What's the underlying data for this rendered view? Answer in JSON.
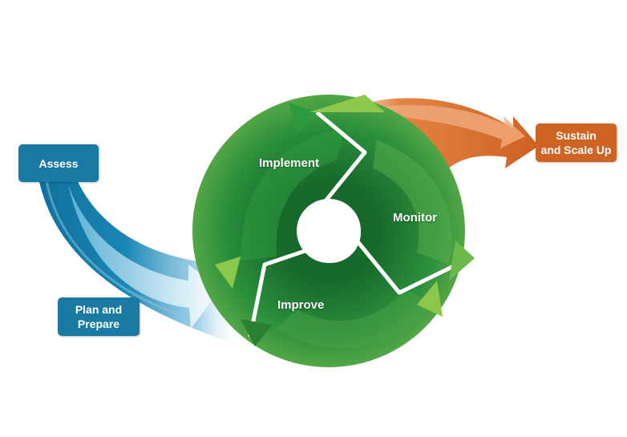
{
  "stages": {
    "assess": "Assess",
    "plan": [
      "Plan and",
      "Prepare"
    ],
    "implement": "Implement",
    "monitor": "Monitor",
    "improve": "Improve",
    "sustain": [
      "Sustain",
      "and Scale Up"
    ]
  },
  "colors": {
    "blue_box": "#1b7aa3",
    "blue_arrow": "#1a86b5",
    "orange_box": "#cf6324",
    "orange_arrow": "#d96f2c",
    "green_dark": "#1f7a2e",
    "green_mid": "#2e9a3e",
    "green_light": "#8cc84b"
  },
  "icons": {
    "cycle": "recycle-three-arrow-cycle-icon",
    "in_flow": "curved-arrow-right-icon",
    "out_flow": "curved-arrow-right-icon"
  }
}
